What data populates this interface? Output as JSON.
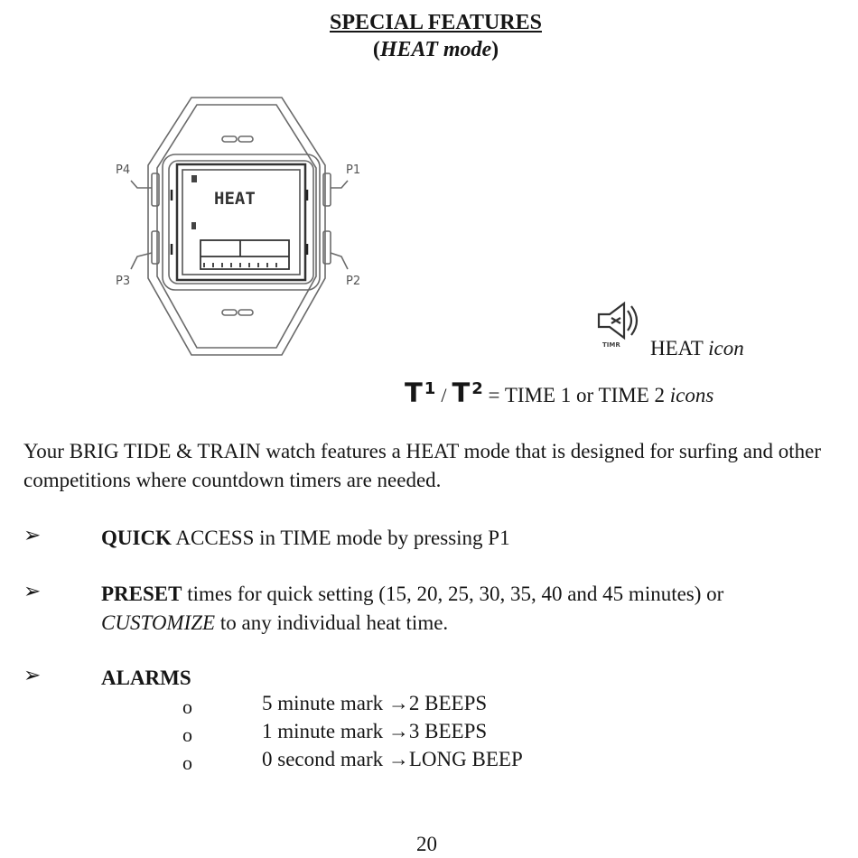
{
  "header": {
    "title": "SPECIAL FEATURES",
    "subtitle_open": "(",
    "subtitle_italic": "HEAT mode",
    "subtitle_close": ")"
  },
  "watch": {
    "display_text": "HEAT",
    "button_p1": "P1",
    "button_p2": "P2",
    "button_p3": "P3",
    "button_p4": "P4",
    "icon_label": "TIMR"
  },
  "heat_icon": {
    "icon": "speaker-horn-icon",
    "label_regular": "HEAT",
    "label_italic": "icon"
  },
  "time_icons": {
    "t_glyph": "T",
    "t1_sup": "1",
    "separator": "/",
    "t2_sup": "2",
    "equals_text": "= TIME 1 or TIME 2",
    "italic_word": "icons"
  },
  "intro": "Your BRIG TIDE & TRAIN watch features a HEAT mode that is designed for surfing and other competitions where countdown timers are needed.",
  "bullets": [
    {
      "marker": "➢",
      "bold": "QUICK",
      "rest": " ACCESS in TIME mode by pressing P1"
    },
    {
      "marker": "➢",
      "bold": "PRESET",
      "rest": " times for quick setting (15, 20, 25, 30, 35, 40 and 45 minutes) or ",
      "italic": "CUSTOMIZE",
      "rest2": " to any individual heat time."
    },
    {
      "marker": "➢",
      "bold": "ALARMS"
    }
  ],
  "alarms": [
    {
      "marker": "o",
      "text": "5 minute mark →2 BEEPS"
    },
    {
      "marker": "o",
      "text": "1 minute mark →3 BEEPS"
    },
    {
      "marker": "o",
      "text": "0 second mark →LONG BEEP"
    }
  ],
  "page_number": "20"
}
